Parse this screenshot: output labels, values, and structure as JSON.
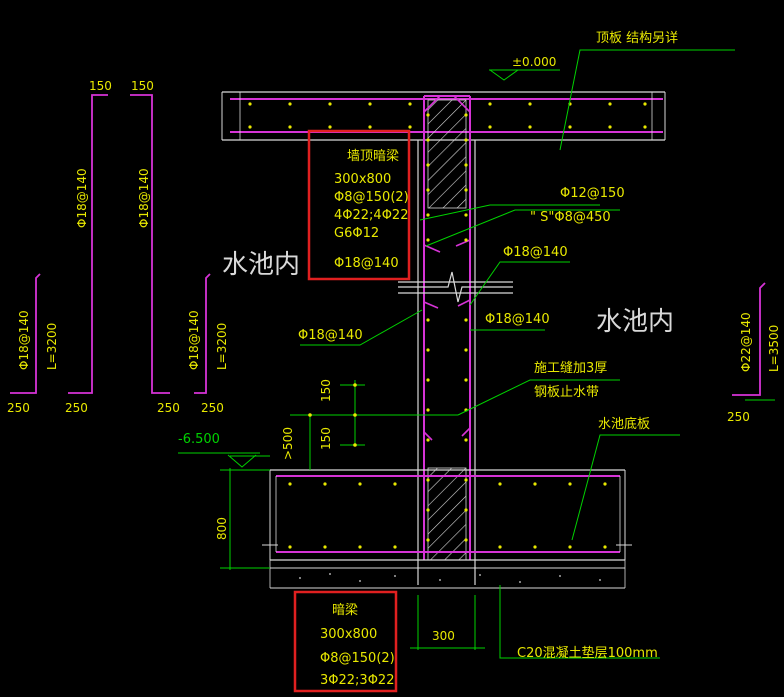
{
  "colors": {
    "background": "#000000",
    "concrete": "#d9d9d9",
    "rebar": "#d633d6",
    "rebar_dot": "#e8e800",
    "text": "#e8e800",
    "leader": "#00d200",
    "highlight_box": "#e02020",
    "dim": "#00d200"
  },
  "labels": {
    "top_slab": "顶板  结构另详",
    "elev_top": "±0.000",
    "elev_bottom": "-6.500",
    "water_inside_left": "水池内",
    "water_inside_right": "水池内",
    "bottom_slab": "水池底板",
    "construction_joint_1": "施工缝加3厚",
    "construction_joint_2": "钢板止水带",
    "cushion": "C20混凝土垫层100mm",
    "rebar_12_150": "Φ12@150",
    "rebar_tie": "\"  S\"Φ8@450",
    "rebar_18_140_a": "Φ18@140",
    "rebar_18_140_b": "Φ18@140",
    "rebar_18_140_c": "Φ18@140",
    "dim_150_a": "150",
    "dim_150_b": "150",
    "dim_500": ">500",
    "dim_800": "800",
    "dim_300": "300"
  },
  "top_beam": {
    "title": "墙顶暗梁",
    "size": "300x800",
    "stirrup": "Φ8@150(2)",
    "main": "4Φ22;4Φ22",
    "side": "G6Φ12",
    "extra": "Φ18@140"
  },
  "bottom_beam": {
    "title": "暗梁",
    "size": "300x800",
    "stirrup": "Φ8@150(2)",
    "main": "3Φ22;3Φ22"
  },
  "bar_schedule": {
    "bar1": {
      "top": "150",
      "spec": "Φ18@140"
    },
    "bar2": {
      "top": "150",
      "spec": "Φ18@140"
    },
    "bar3": {
      "spec": "Φ18@140",
      "length": "L=3200",
      "bottom": "250"
    },
    "bar3_end": {
      "bottom": "250"
    },
    "bar4": {
      "spec": "Φ18@140",
      "length": "L=3200",
      "bottom": "250"
    },
    "bar4_end": {
      "bottom": "250"
    },
    "bar5": {
      "spec": "Φ22@140",
      "length": "L=3500",
      "bottom": "250"
    }
  }
}
